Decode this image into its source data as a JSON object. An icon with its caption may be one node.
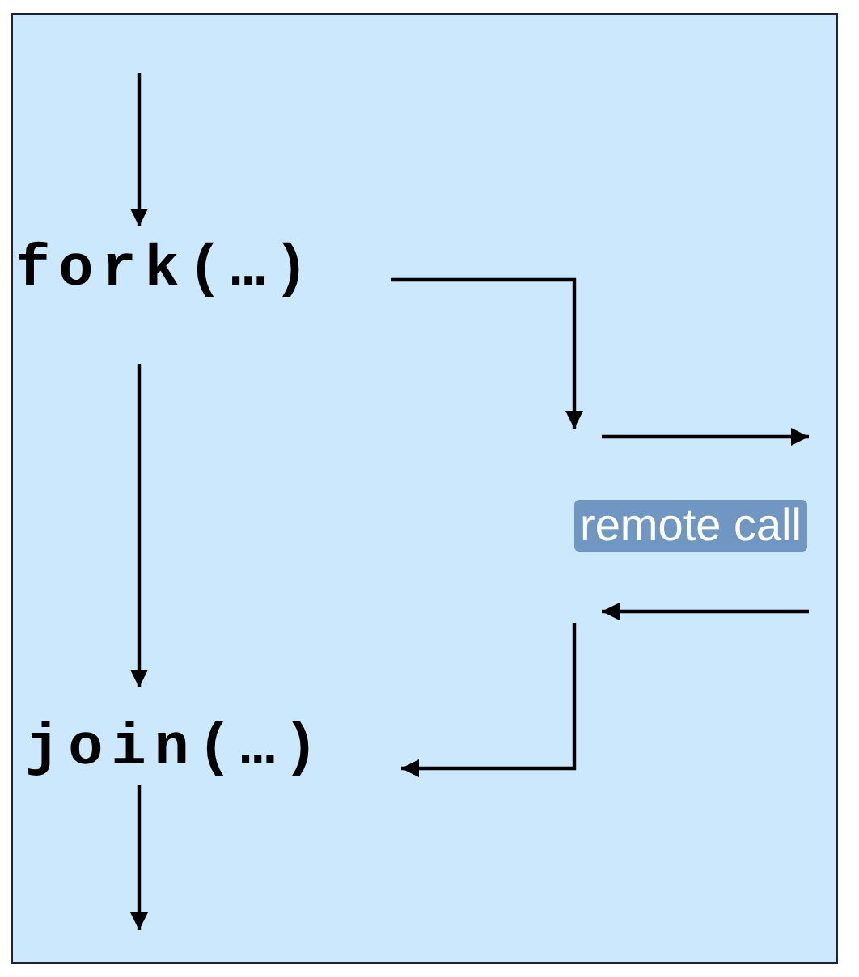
{
  "diagram": {
    "nodes": [
      {
        "text": [],
        "shape": "box"
      },
      {
        "text": [
          "fork(…)"
        ],
        "in": 0
      },
      {
        "text": [
          "remote call"
        ],
        "in": 0
      },
      {
        "text": [
          "join(…)"
        ],
        "in": 0
      }
    ],
    "edges": [
      {
        "from": null,
        "to": 1,
        "arrow": "to"
      },
      {
        "from": 1,
        "to": 2,
        "arrow": "to"
      },
      {
        "from": 2,
        "to": 3,
        "arrow": "to"
      },
      {
        "from": 1,
        "to": 3,
        "arrow": "to"
      },
      {
        "from": 3,
        "to": null,
        "arrow": "to"
      }
    ]
  }
}
